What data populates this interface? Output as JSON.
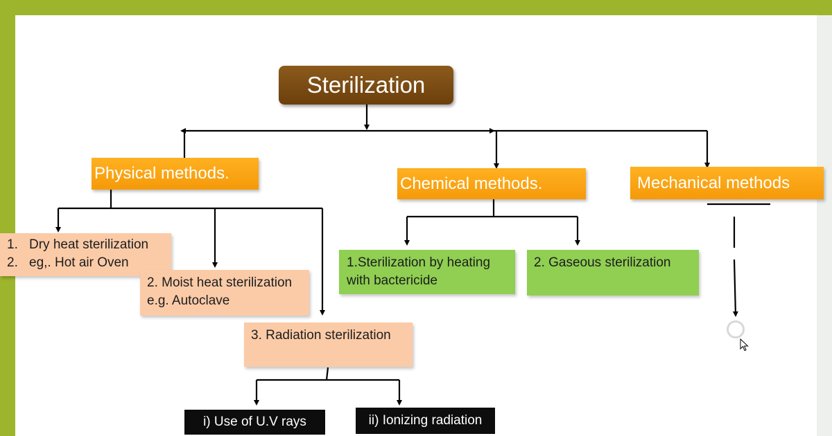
{
  "title": "Sterilization",
  "categories": {
    "physical": "Physical methods.",
    "chemical": "Chemical methods.",
    "mechanical": "Mechanical methods"
  },
  "physical_items": {
    "dry": {
      "lines": [
        {
          "num": "1.",
          "text": "Dry heat sterilization"
        },
        {
          "num": "2.",
          "text": "eg,. Hot air Oven"
        }
      ]
    },
    "moist": {
      "line1": "2. Moist heat sterilization",
      "line2": "e.g. Autoclave"
    },
    "radiation": {
      "line1": "3. Radiation sterilization"
    }
  },
  "radiation_types": {
    "uv": "i) Use of U.V rays",
    "ionizing": "ii) Ionizing radiation"
  },
  "chemical_items": {
    "heating": {
      "line1": "1.Sterilization by heating",
      "line2": "with bactericide"
    },
    "gaseous": {
      "line1": "2. Gaseous sterilization"
    }
  },
  "colors": {
    "frame": "#9db52c",
    "title_box": "#7a4a12",
    "category_box": "#f8a516",
    "physical_item_box": "#fbcba8",
    "chemical_item_box": "#90cf52",
    "radiation_type_box": "#0d0d0d"
  },
  "icons": [
    "loading-circle-icon",
    "mouse-cursor-icon"
  ]
}
